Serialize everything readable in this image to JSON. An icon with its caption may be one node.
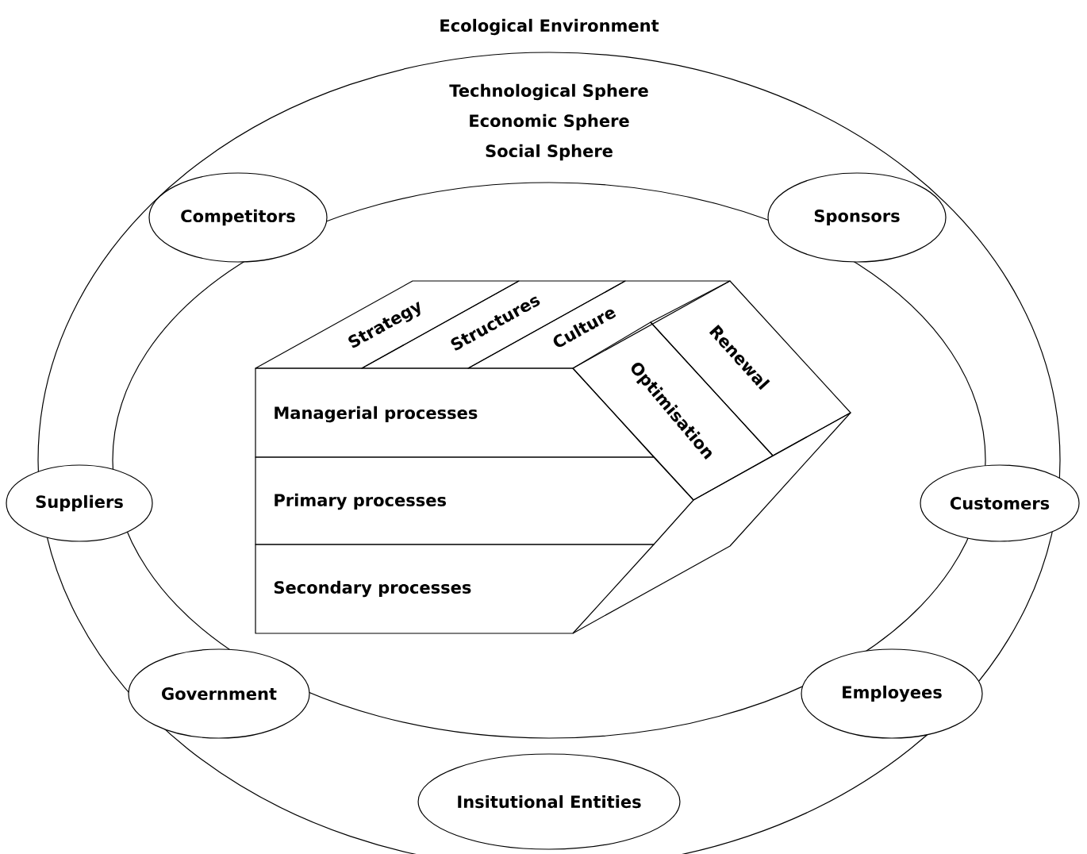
{
  "diagram": {
    "nodes": [
      {
        "text": [
          "Competitors"
        ]
      },
      {
        "text": [
          "Sponsors"
        ]
      },
      {
        "text": [
          "Suppliers"
        ]
      },
      {
        "text": [
          "Customers"
        ]
      },
      {
        "text": [
          "Government"
        ]
      },
      {
        "text": [
          "Employees"
        ]
      },
      {
        "text": [
          "Insitutional Entities"
        ]
      },
      {
        "text": [
          "Strategy"
        ]
      },
      {
        "text": [
          "Structures"
        ]
      },
      {
        "text": [
          "Culture"
        ]
      },
      {
        "text": [
          "Optimisation"
        ]
      },
      {
        "text": [
          "Renewal"
        ]
      },
      {
        "text": [
          "Managerial processes"
        ]
      },
      {
        "text": [
          "Primary processes"
        ]
      },
      {
        "text": [
          "Secondary processes"
        ]
      }
    ],
    "labels": [
      "Ecological Environment",
      "Technological Sphere",
      "Economic Sphere",
      "Social Sphere"
    ]
  }
}
